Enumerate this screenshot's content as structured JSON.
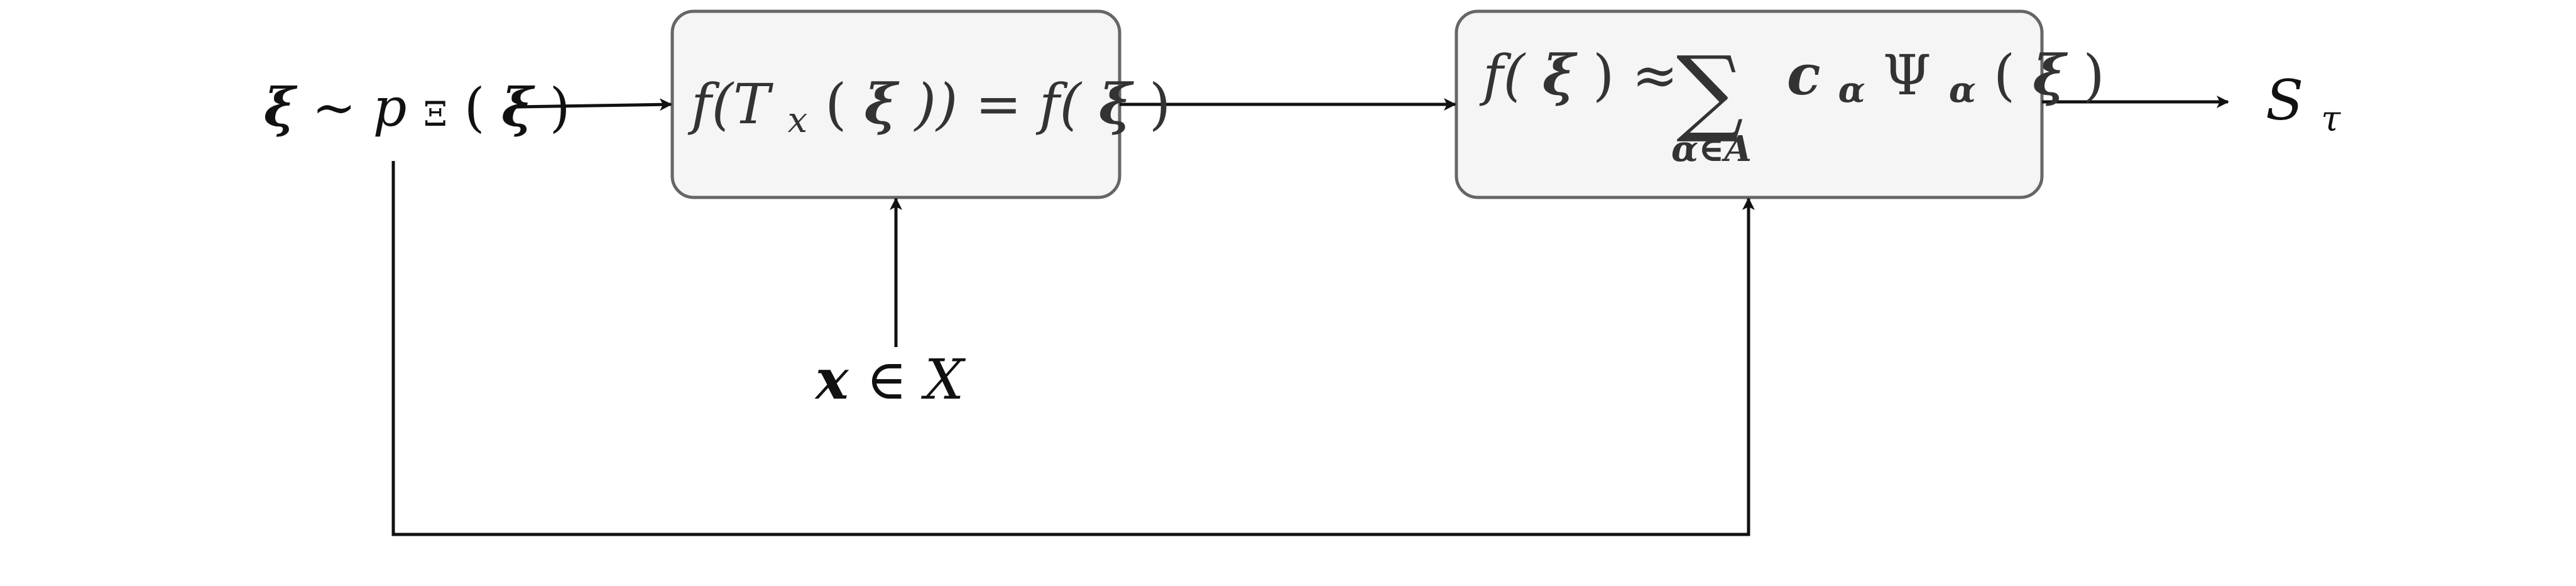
{
  "nodes": {
    "input": {
      "xi": "ξ",
      "sim": " ∼ ",
      "p": "p",
      "pSub": "Ξ",
      "lp": "(",
      "xiArg": "ξ",
      "rp": ")"
    },
    "transform": {
      "text": "f(T",
      "sub": "x",
      "mid": "(",
      "xi": "ξ",
      "tail": ")) = f(",
      "xi2": "ξ",
      "end": ")"
    },
    "expansion": {
      "lhs": "f(",
      "xi": "ξ",
      "approx": ") ≈ ",
      "sigma": "∑",
      "c": "c",
      "cSub": "α",
      "psi": "Ψ",
      "psiSub": "α",
      "lp": "(",
      "xi2": "ξ",
      "rp": ")",
      "under": "α∈A"
    },
    "spatial": {
      "x": "x",
      "in": " ∈ ",
      "X": "X"
    },
    "output": {
      "S": "S",
      "sub": "τ"
    }
  },
  "colors": {
    "boxFill": "#f5f5f5",
    "boxStroke": "#666666",
    "line": "#111111",
    "boxText": "#333333"
  }
}
